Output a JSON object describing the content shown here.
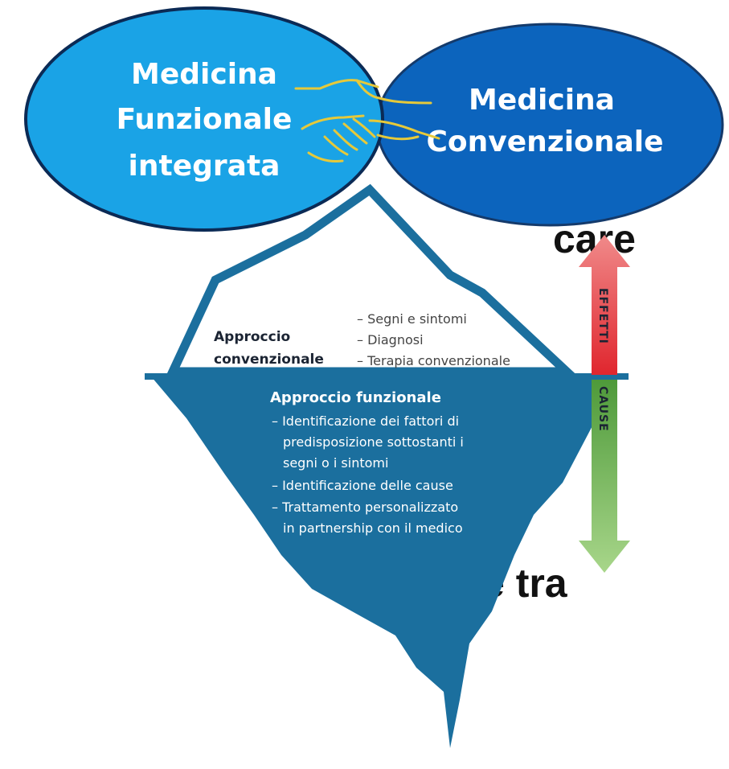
{
  "background_fragments": {
    "line1": "care",
    "line2": "e tra"
  },
  "left_bubble": {
    "line1": "Medicina",
    "line2": "Funzionale",
    "line3": "integrata",
    "color": "#1aa3e6"
  },
  "right_bubble": {
    "line1": "Medicina",
    "line2": "Convenzionale",
    "color": "#0c64bd"
  },
  "handshake_icon": "handshake-icon",
  "iceberg": {
    "above": {
      "title_line1": "Approccio",
      "title_line2": "convenzionale",
      "items": [
        "– Segni e sintomi",
        "– Diagnosi",
        "– Terapia convenzionale"
      ]
    },
    "below": {
      "title": "Approccio funzionale",
      "lines": [
        "– Identificazione dei fattori di",
        "predisposizione sottostanti i",
        "segni o i sintomi",
        "– Identificazione delle cause",
        "– Trattamento personalizzato",
        "in partnership con il medico"
      ]
    },
    "water_color": "#1b6f9e",
    "ice_color": "#ffffff"
  },
  "arrow": {
    "up_label": "EFFETTI",
    "down_label": "CAUSE",
    "up_color": "#e63946",
    "down_color": "#6ab04c"
  }
}
